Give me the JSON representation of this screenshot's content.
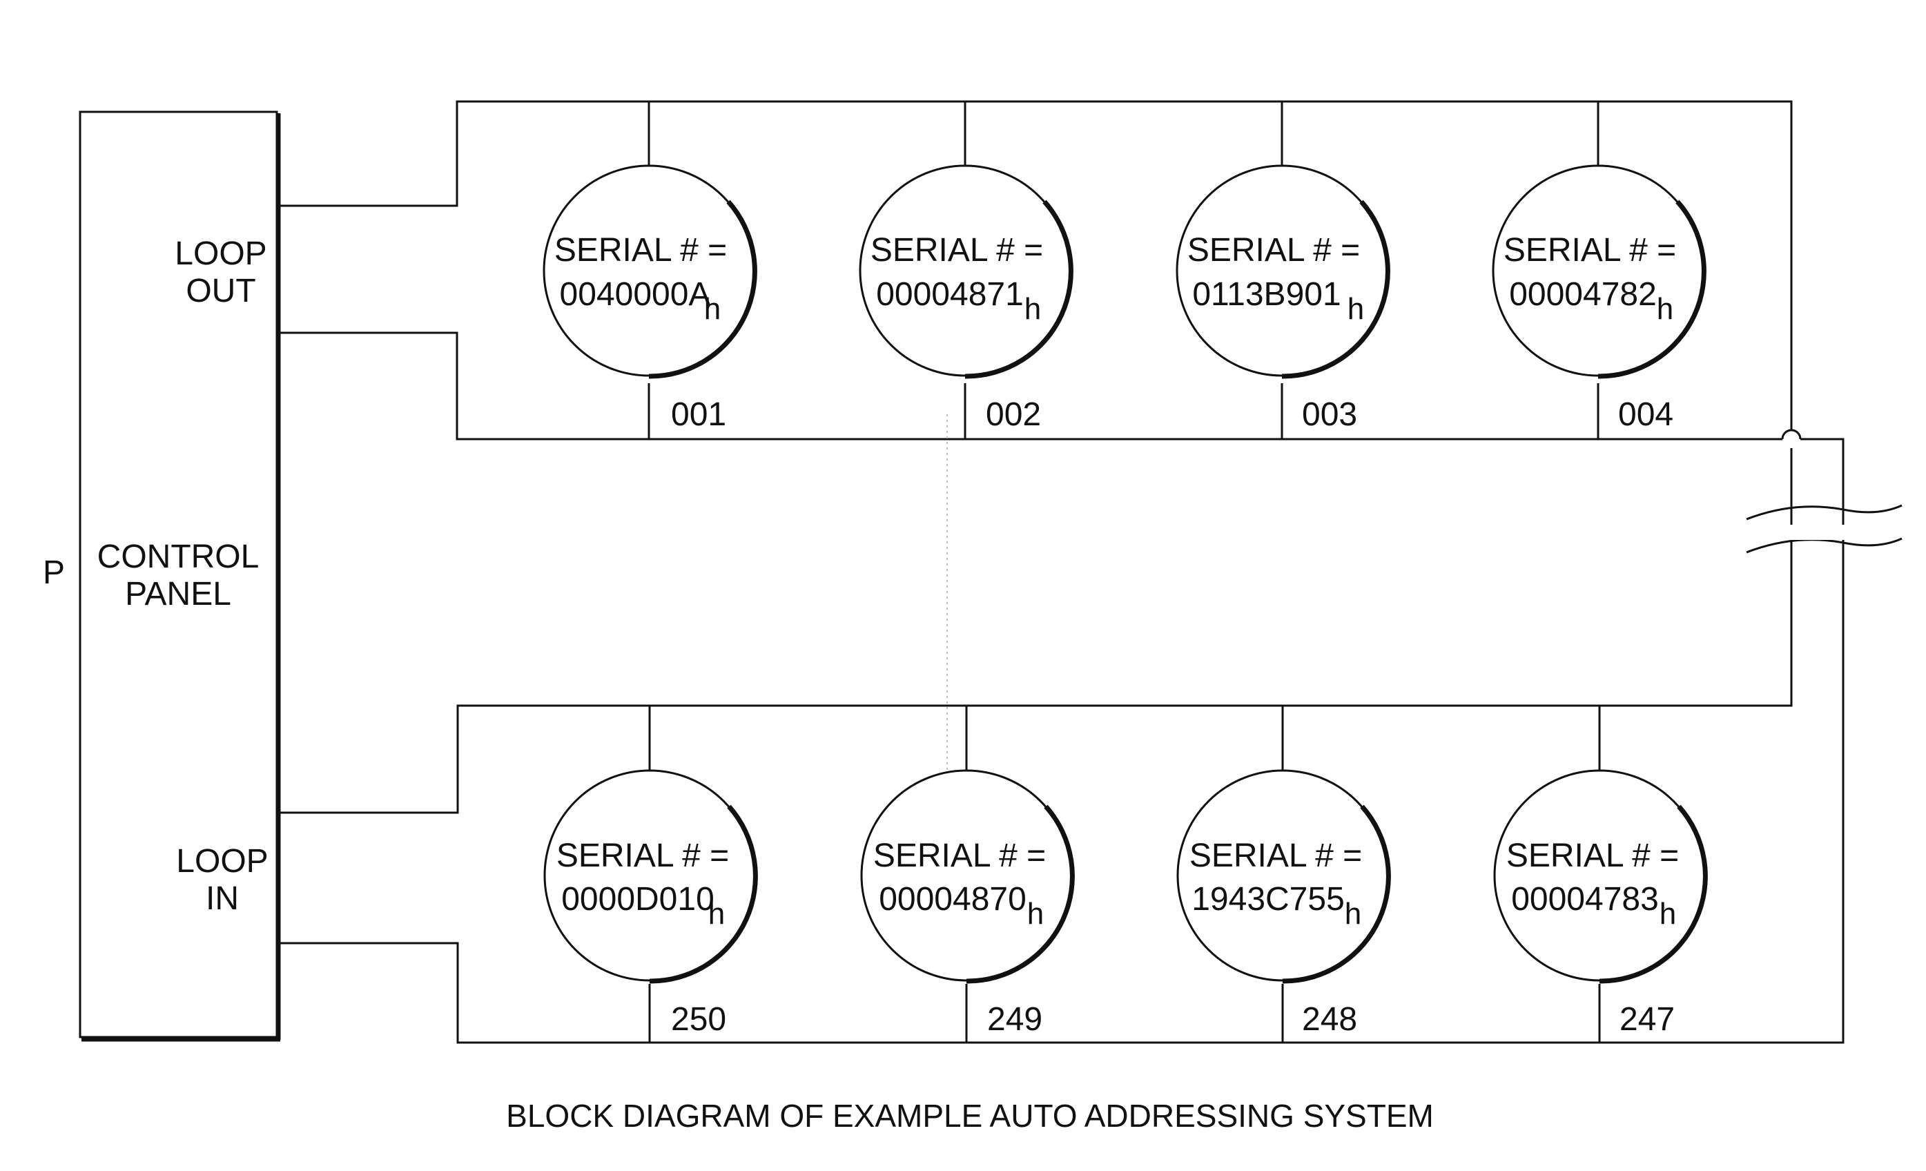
{
  "panel": {
    "prefix": "P",
    "title_line1": "CONTROL",
    "title_line2": "PANEL",
    "loop_out_line1": "LOOP",
    "loop_out_line2": "OUT",
    "loop_in_line1": "LOOP",
    "loop_in_line2": "IN"
  },
  "devices_top": [
    {
      "label": "SERIAL # =",
      "serial": "0040000A",
      "suffix": "h",
      "address": "001"
    },
    {
      "label": "SERIAL # =",
      "serial": "00004871",
      "suffix": "h",
      "address": "002"
    },
    {
      "label": "SERIAL # =",
      "serial": "0113B901",
      "suffix": "h",
      "address": "003"
    },
    {
      "label": "SERIAL # =",
      "serial": "00004782",
      "suffix": "h",
      "address": "004"
    }
  ],
  "devices_bottom": [
    {
      "label": "SERIAL # =",
      "serial": "0000D010",
      "suffix": "h",
      "address": "250"
    },
    {
      "label": "SERIAL # =",
      "serial": "00004870",
      "suffix": "h",
      "address": "249"
    },
    {
      "label": "SERIAL # =",
      "serial": "1943C755",
      "suffix": "h",
      "address": "248"
    },
    {
      "label": "SERIAL # =",
      "serial": "00004783",
      "suffix": "h",
      "address": "247"
    }
  ],
  "caption": "BLOCK DIAGRAM OF EXAMPLE AUTO ADDRESSING SYSTEM",
  "colors": {
    "ink": "#111111",
    "background": "#ffffff"
  }
}
